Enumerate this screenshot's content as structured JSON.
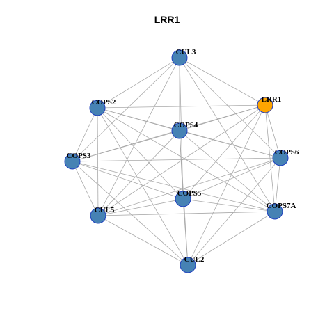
{
  "title": "LRR1",
  "colors": {
    "default_node": "#4682b4",
    "highlight_node": "#ffa500",
    "node_border": "#1f3fbf",
    "edge": "#a9a9a9"
  },
  "nodes": [
    {
      "id": "CUL3",
      "label": "CUL3",
      "highlight": false
    },
    {
      "id": "LRR1",
      "label": "LRR1",
      "highlight": true
    },
    {
      "id": "COPS2",
      "label": "COPS2",
      "highlight": false
    },
    {
      "id": "COPS4",
      "label": "COPS4",
      "highlight": false
    },
    {
      "id": "COPS6",
      "label": "COPS6",
      "highlight": false
    },
    {
      "id": "COPS3",
      "label": "COPS3",
      "highlight": false
    },
    {
      "id": "COPS5",
      "label": "COPS5",
      "highlight": false
    },
    {
      "id": "COPS7A",
      "label": "COPS7A",
      "highlight": false
    },
    {
      "id": "CUL5",
      "label": "CUL5",
      "highlight": false
    },
    {
      "id": "CUL2",
      "label": "CUL2",
      "highlight": false
    }
  ],
  "edges": [
    [
      "CUL3",
      "LRR1"
    ],
    [
      "CUL3",
      "COPS2"
    ],
    [
      "CUL3",
      "COPS4"
    ],
    [
      "CUL3",
      "COPS6"
    ],
    [
      "CUL3",
      "COPS3"
    ],
    [
      "CUL3",
      "COPS5"
    ],
    [
      "CUL3",
      "COPS7A"
    ],
    [
      "CUL3",
      "CUL5"
    ],
    [
      "LRR1",
      "COPS2"
    ],
    [
      "LRR1",
      "COPS4"
    ],
    [
      "LRR1",
      "COPS6"
    ],
    [
      "LRR1",
      "COPS3"
    ],
    [
      "LRR1",
      "COPS5"
    ],
    [
      "LRR1",
      "COPS7A"
    ],
    [
      "LRR1",
      "CUL5"
    ],
    [
      "LRR1",
      "CUL2"
    ],
    [
      "COPS2",
      "COPS4"
    ],
    [
      "COPS2",
      "COPS6"
    ],
    [
      "COPS2",
      "COPS3"
    ],
    [
      "COPS2",
      "COPS5"
    ],
    [
      "COPS2",
      "COPS7A"
    ],
    [
      "COPS2",
      "CUL5"
    ],
    [
      "COPS2",
      "CUL2"
    ],
    [
      "COPS4",
      "COPS6"
    ],
    [
      "COPS4",
      "COPS3"
    ],
    [
      "COPS4",
      "COPS5"
    ],
    [
      "COPS4",
      "COPS7A"
    ],
    [
      "COPS4",
      "CUL5"
    ],
    [
      "COPS4",
      "CUL2"
    ],
    [
      "COPS6",
      "COPS3"
    ],
    [
      "COPS6",
      "COPS5"
    ],
    [
      "COPS6",
      "COPS7A"
    ],
    [
      "COPS6",
      "CUL5"
    ],
    [
      "COPS6",
      "CUL2"
    ],
    [
      "COPS3",
      "COPS5"
    ],
    [
      "COPS3",
      "COPS7A"
    ],
    [
      "COPS3",
      "CUL5"
    ],
    [
      "COPS3",
      "CUL2"
    ],
    [
      "COPS5",
      "COPS7A"
    ],
    [
      "COPS5",
      "CUL5"
    ],
    [
      "COPS5",
      "CUL2"
    ],
    [
      "COPS7A",
      "CUL5"
    ],
    [
      "COPS7A",
      "CUL2"
    ],
    [
      "CUL5",
      "CUL2"
    ]
  ]
}
